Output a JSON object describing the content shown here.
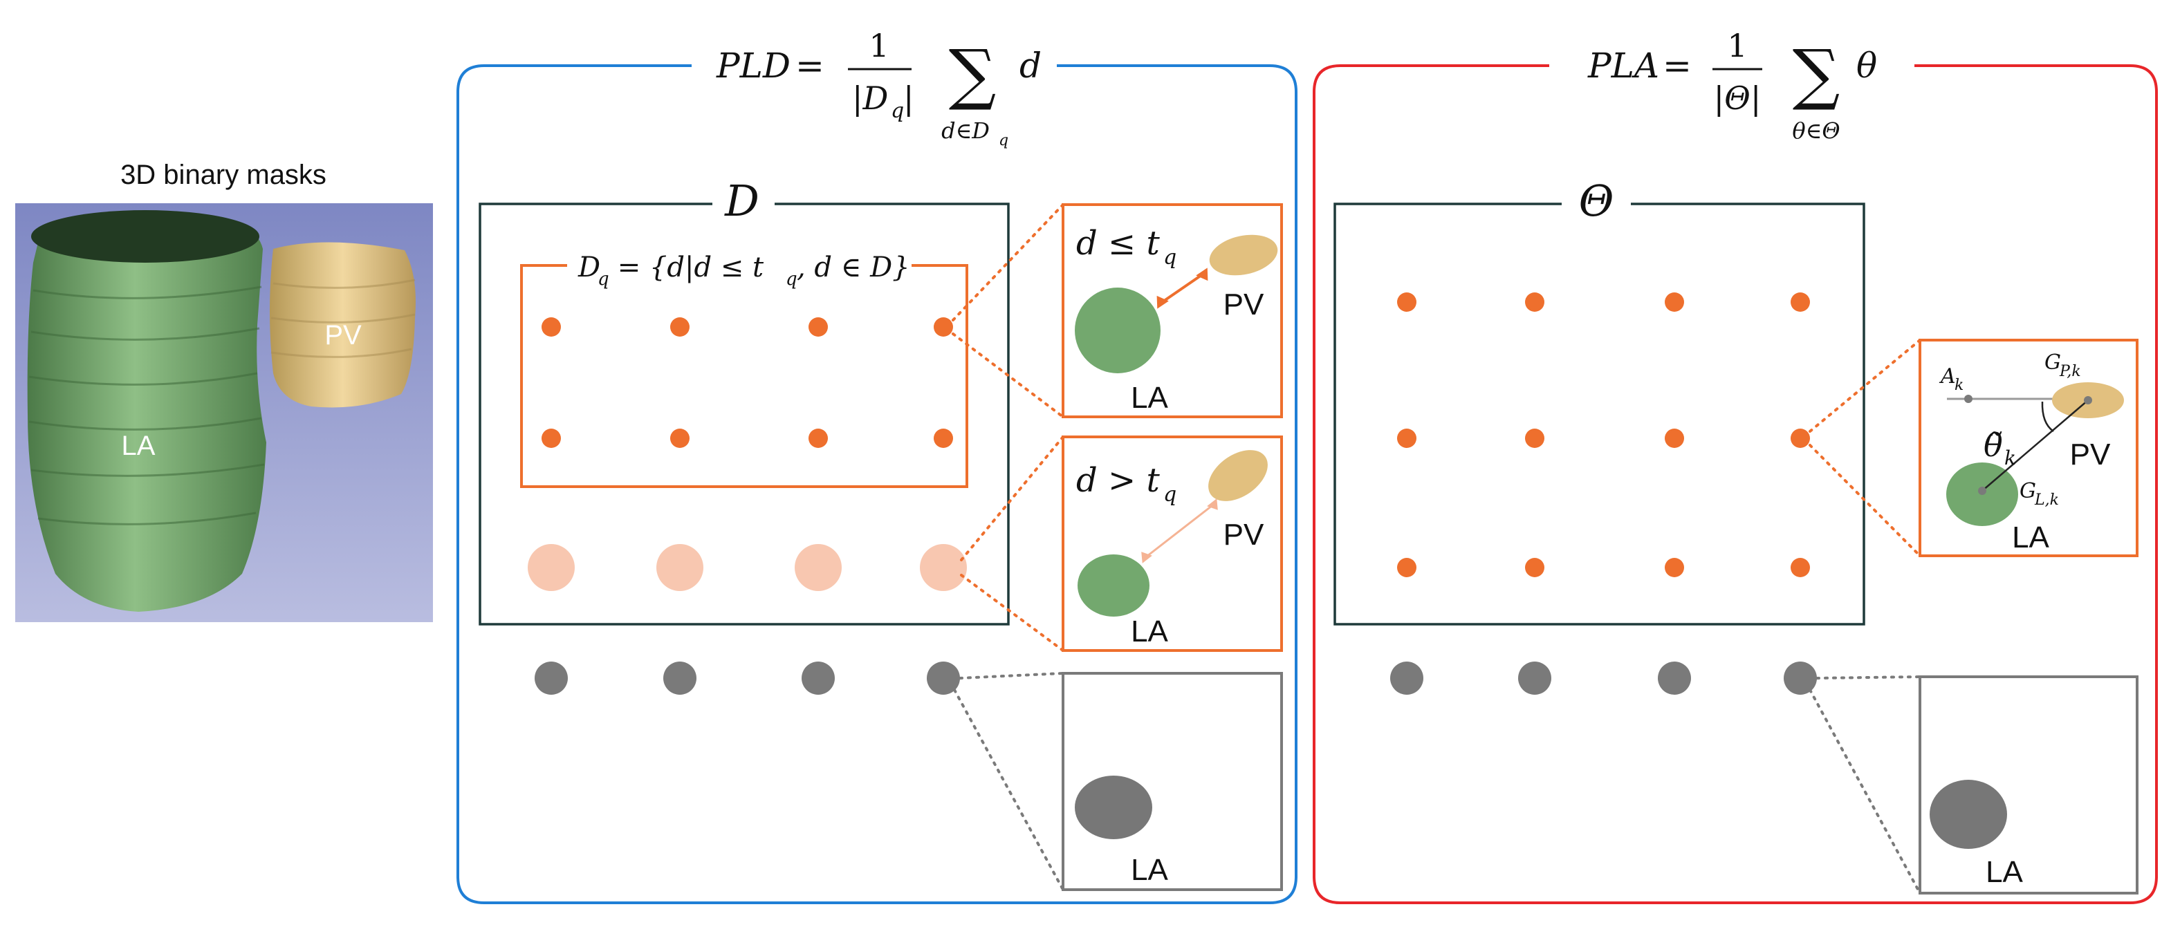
{
  "colors": {
    "blue": "#1f7fd6",
    "red": "#e8262a",
    "orange": "#ee6f2d",
    "light_orange": "#f8c7b0",
    "dark_frame": "#1e3a3a",
    "gray": "#7a7a7a",
    "green": "#73a86e",
    "tan": "#e2c07f",
    "mask_bg": "#8e97c9"
  },
  "masks": {
    "title": "3D binary masks",
    "la_label": "LA",
    "pv_label": "PV"
  },
  "pld": {
    "formula_lhs": "PLD",
    "formula_eq": "=",
    "frac_num": "1",
    "frac_den": "|D",
    "frac_den_sub": "q",
    "frac_den_close": "|",
    "sum_symbol": "∑",
    "sum_sub": "d∈D",
    "sum_sub_sub": "q",
    "term": "d",
    "set_label": "D",
    "subset_label": "D",
    "subset_label_sub": "q",
    "subset_def": " = {d|d ≤ t",
    "subset_def_sub": "q",
    "subset_def_tail": ", d ∈ D}",
    "inset_close": {
      "cond": "d ≤ t",
      "cond_sub": "q",
      "la": "LA",
      "pv": "PV"
    },
    "inset_far": {
      "cond": "d > t",
      "cond_sub": "q",
      "la": "LA",
      "pv": "PV"
    },
    "inset_none": {
      "la": "LA"
    }
  },
  "pla": {
    "formula_lhs": "PLA",
    "formula_eq": "=",
    "frac_num": "1",
    "frac_den": "|Θ|",
    "sum_symbol": "∑",
    "sum_sub": "θ∈Θ",
    "term": "θ",
    "set_label": "Θ",
    "inset_angle": {
      "a": "A",
      "a_sub": "k",
      "gp": "G",
      "gp_sub": "P,k",
      "gl": "G",
      "gl_sub": "L,k",
      "theta": "θ̃",
      "theta_sub": "k",
      "la": "LA",
      "pv": "PV"
    },
    "inset_none": {
      "la": "LA"
    }
  }
}
